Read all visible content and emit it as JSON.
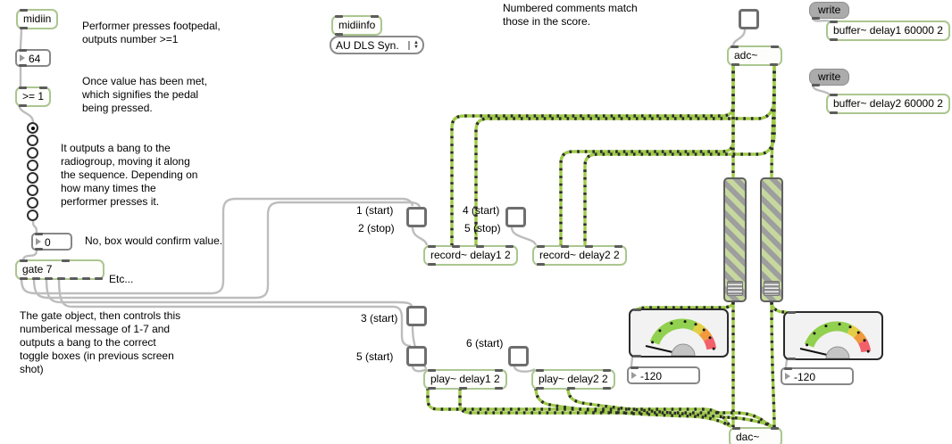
{
  "pedal_chain": {
    "midiin": "midiin",
    "pedal_value": "64",
    "threshold": ">= 1",
    "sequence_value": "0",
    "gate": "gate 7",
    "radio_count": 8,
    "radio_selected_index": 0
  },
  "comments": {
    "footpedal": "Performer presses footpedal,\noutputs number >=1",
    "value_met": "Once value has been met,\nwhich signifies the pedal\nbeing pressed.",
    "bang_radiogroup": "It outputs a bang to the\nradiogroup, moving it along\nthe sequence. Depending on\nhow many times the\nperformer presses it.",
    "confirm": "No, box would confirm value.",
    "etc": "Etc...",
    "gate_controls": "The gate object, then controls this\nnumberical message of 1-7  and\noutputs a bang to the correct\ntoggle boxes (in previous screen\nshot)",
    "numbered": "Numbered comments match\nthose in the score."
  },
  "midi": {
    "midiinfo": "midiinfo",
    "synth_menu": "AU DLS Syn."
  },
  "audio_io": {
    "adc": "adc~",
    "dac": "dac~"
  },
  "buffers": {
    "write1": "write",
    "write2": "write",
    "buffer1": "buffer~ delay1 60000 2",
    "buffer2": "buffer~ delay2 60000 2"
  },
  "record": {
    "record1": "record~ delay1 2",
    "record2": "record~ delay2 2",
    "label_1_start": "1 (start)",
    "label_2_stop": "2 (stop)",
    "label_4_start": "4 (start)",
    "label_5_stop": "5 (stop)"
  },
  "play": {
    "play1": "play~ delay1 2",
    "play2": "play~ delay2 2",
    "label_3_start": "3 (start)",
    "label_5_start": "5 (start)",
    "label_6_start": "6 (start)"
  },
  "levels": {
    "meter1_value": "-120",
    "meter2_value": "-120"
  },
  "icons": {
    "menu_up": "▲",
    "menu_down": "▼"
  },
  "colors": {
    "object_border": "#abc690",
    "signal_cable_green": "#9fca4a",
    "message_cord_gray": "#bdbdbd",
    "meter_green": "#92d050",
    "meter_yellow": "#e3cf45",
    "meter_orange": "#f09a3c",
    "meter_red": "#f2606a"
  }
}
